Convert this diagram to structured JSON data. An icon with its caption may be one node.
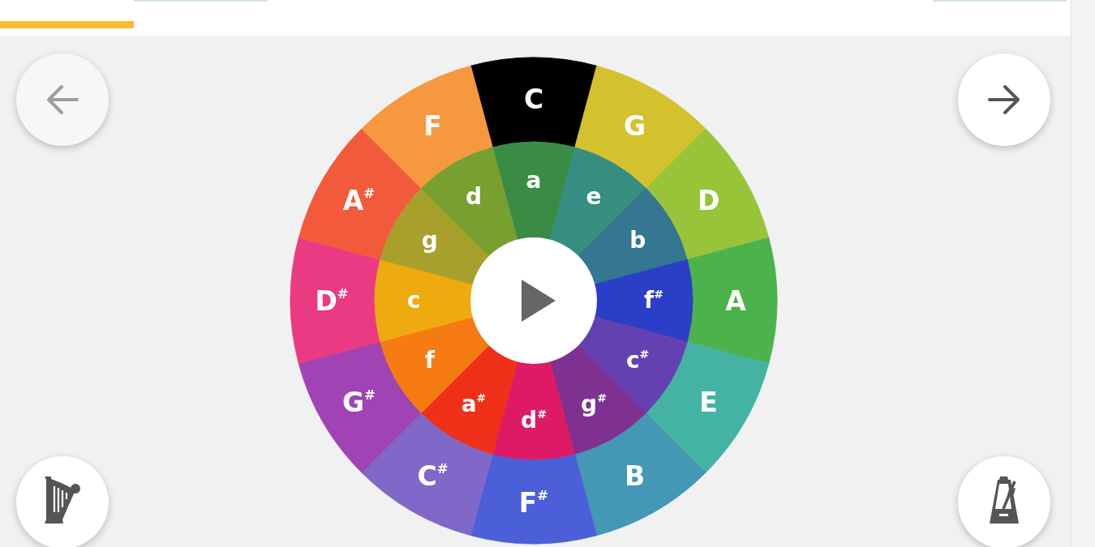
{
  "diagram": {
    "nodes": [
      {
        "text": [
          "C"
        ]
      },
      {
        "text": [
          "G"
        ]
      },
      {
        "text": [
          "D"
        ]
      },
      {
        "text": [
          "A"
        ]
      },
      {
        "text": [
          "E"
        ]
      },
      {
        "text": [
          "B"
        ]
      },
      {
        "text": [
          "F$^{#}$"
        ]
      },
      {
        "text": [
          "C$^{#}$"
        ]
      },
      {
        "text": [
          "G$^{#}$"
        ]
      },
      {
        "text": [
          "D$^{#}$"
        ]
      },
      {
        "text": [
          "A$^{#}$"
        ]
      },
      {
        "text": [
          "F"
        ]
      },
      {
        "text": [
          "a"
        ]
      },
      {
        "text": [
          "e"
        ]
      },
      {
        "text": [
          "b"
        ]
      },
      {
        "text": [
          "f$^{#}$"
        ]
      },
      {
        "text": [
          "c$^{#}$"
        ]
      },
      {
        "text": [
          "g$^{#}$"
        ]
      },
      {
        "text": [
          "d$^{#}$"
        ]
      },
      {
        "text": [
          "a$^{#}$"
        ]
      },
      {
        "text": [
          "f"
        ]
      },
      {
        "text": [
          "c"
        ]
      },
      {
        "text": [
          "g"
        ]
      },
      {
        "text": [
          "d"
        ]
      }
    ]
  }
}
